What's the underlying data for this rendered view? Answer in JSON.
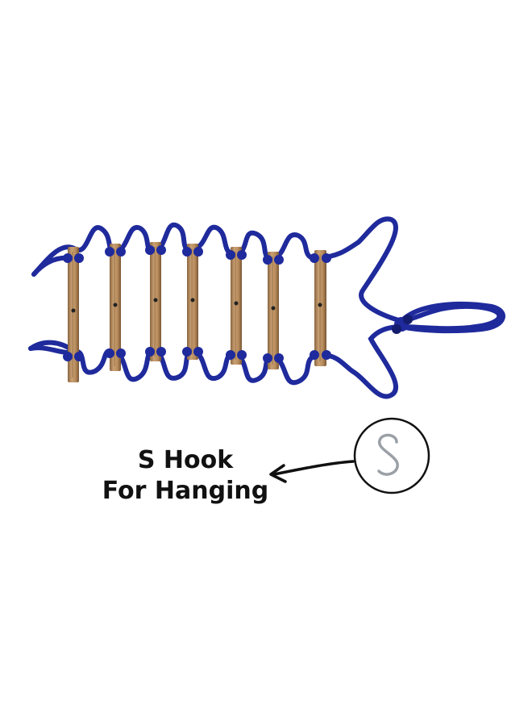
{
  "image": {
    "subject": "rope-ladder",
    "rung_count": 7,
    "colors": {
      "rope": "#1f2a9c",
      "rope_shadow": "#141c6e",
      "wood": "#b98f63",
      "wood_dark": "#8a6540",
      "wood_grain": "#6e4a2a",
      "hook_circle": "#111111",
      "hook_metal": "#9aa0a6",
      "arrow": "#111111",
      "text": "#111111",
      "background": "#ffffff"
    }
  },
  "callout": {
    "line1": "S Hook",
    "line2": "For Hanging",
    "icon": "s-hook-icon",
    "pointer": "arrow-left-icon"
  }
}
